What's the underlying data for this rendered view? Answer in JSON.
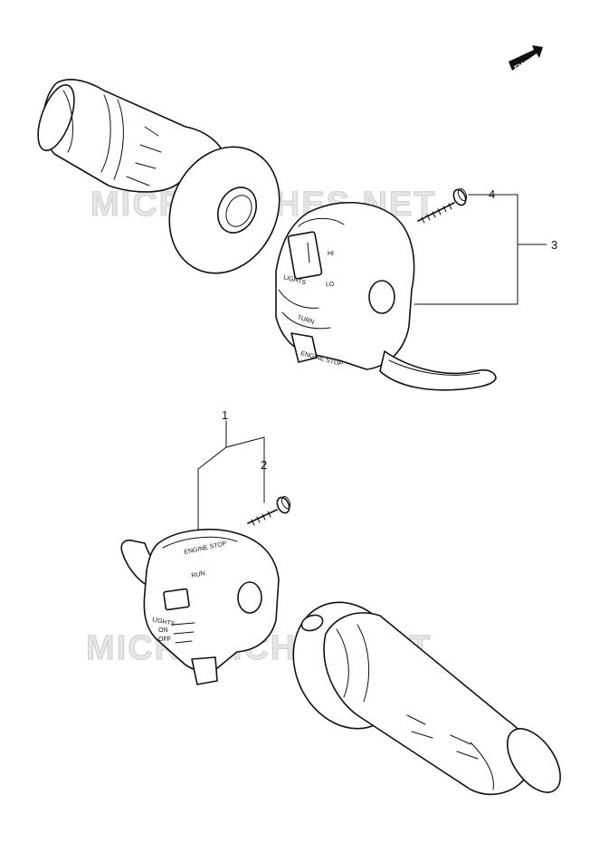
{
  "watermark": "MICROFICHES.NET",
  "fwd_label": "FWD",
  "callouts": [
    {
      "id": "1",
      "label": "1"
    },
    {
      "id": "2",
      "label": "2"
    },
    {
      "id": "3",
      "label": "3"
    },
    {
      "id": "4",
      "label": "4"
    }
  ],
  "upper_switch_text": {
    "hi": "HI",
    "lo": "LO",
    "lights": "LIGHTS",
    "turn": "TURN",
    "small": "ENGINE STOP"
  },
  "lower_switch_text": {
    "lights": "LIGHTS",
    "on": "ON",
    "off": "OFF",
    "top": "ENGINE STOP",
    "small": "RUN"
  }
}
